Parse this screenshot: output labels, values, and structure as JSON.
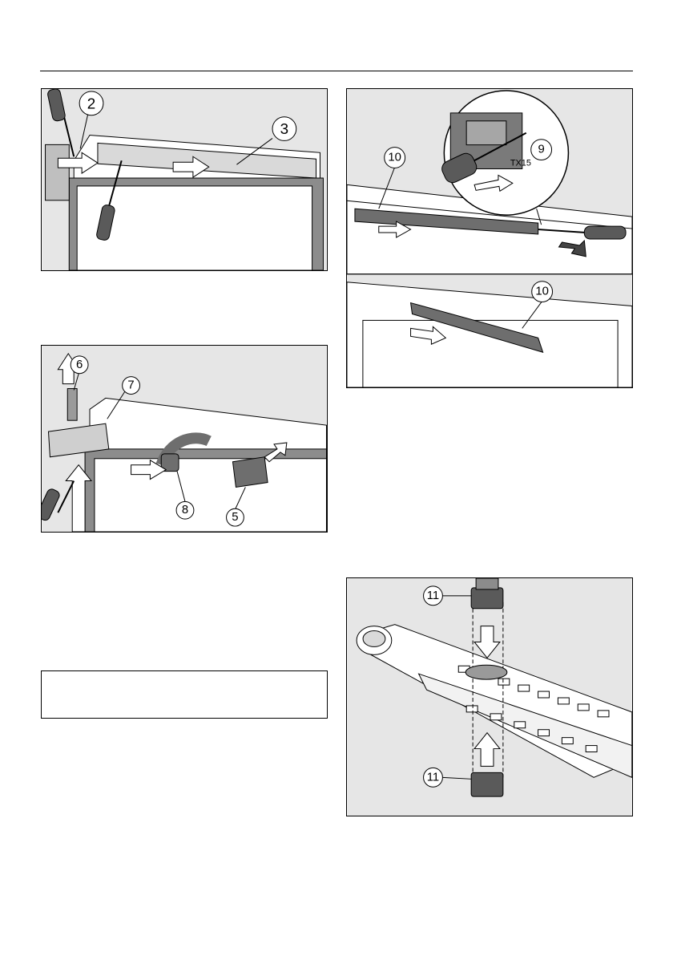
{
  "figures": {
    "fig_top_left": {
      "callouts": [
        "2",
        "3"
      ]
    },
    "fig_top_right": {
      "callouts": [
        "10",
        "9",
        "10"
      ],
      "tool_label": "TX15"
    },
    "fig_mid_left": {
      "callouts": [
        "6",
        "7",
        "8",
        "5"
      ]
    },
    "fig_bottom_right": {
      "callouts": [
        "11",
        "11"
      ]
    }
  },
  "colors": {
    "panel_bg": "#e6e6e6",
    "frame_gray": "#8c8c8c",
    "line": "#000000"
  }
}
